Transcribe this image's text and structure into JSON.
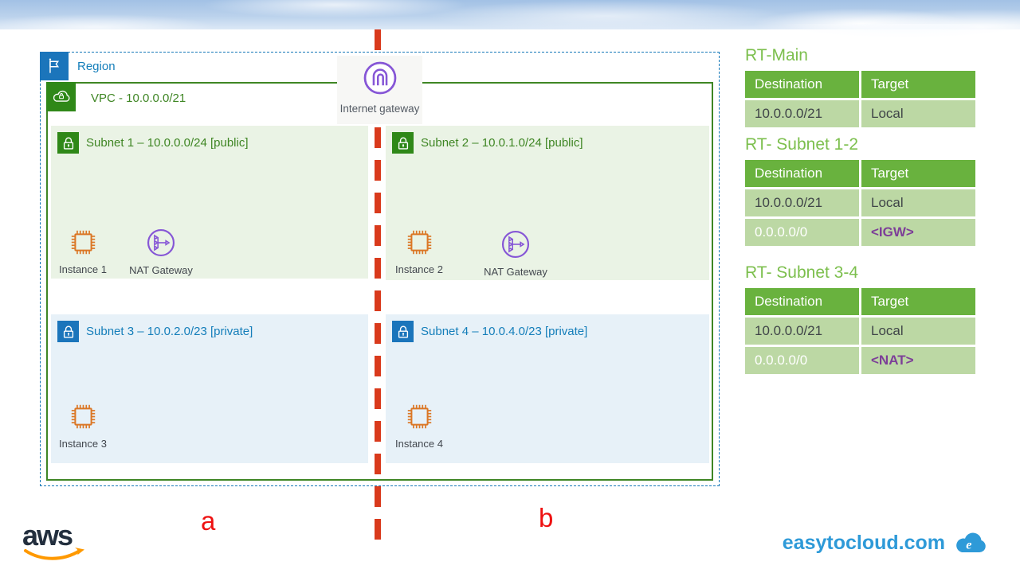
{
  "region": {
    "label": "Region"
  },
  "vpc": {
    "label": "VPC - 10.0.0.0/21"
  },
  "internet_gateway": {
    "label": "Internet gateway"
  },
  "subnets": [
    {
      "label": "Subnet 1 – 10.0.0.0/24  [public]",
      "type": "public",
      "instance_label": "Instance 1",
      "nat_label": "NAT Gateway"
    },
    {
      "label": "Subnet 2 – 10.0.1.0/24  [public]",
      "type": "public",
      "instance_label": "Instance 2",
      "nat_label": "NAT Gateway"
    },
    {
      "label": "Subnet 3 – 10.0.2.0/23  [private]",
      "type": "private",
      "instance_label": "Instance 3"
    },
    {
      "label": "Subnet 4 – 10.0.4.0/23  [private]",
      "type": "private",
      "instance_label": "Instance 4"
    }
  ],
  "route_tables": [
    {
      "title": "RT-Main",
      "headers": [
        "Destination",
        "Target"
      ],
      "rows": [
        {
          "destination": "10.0.0.0/21",
          "target": "Local"
        }
      ]
    },
    {
      "title": "RT- Subnet 1-2",
      "headers": [
        "Destination",
        "Target"
      ],
      "rows": [
        {
          "destination": "10.0.0.0/21",
          "target": "Local"
        },
        {
          "destination": "0.0.0.0/0",
          "target": "<IGW>"
        }
      ]
    },
    {
      "title": "RT- Subnet 3-4",
      "headers": [
        "Destination",
        "Target"
      ],
      "rows": [
        {
          "destination": "10.0.0.0/21",
          "target": "Local"
        },
        {
          "destination": "0.0.0.0/0",
          "target": "<NAT>"
        }
      ]
    }
  ],
  "annotations": {
    "left": "a",
    "right": "b"
  },
  "footer": {
    "aws_logo_text": "aws",
    "brand": "easytocloud.com"
  },
  "colors": {
    "region_blue": "#147EBA",
    "vpc_green": "#3F8624",
    "subnet_public_bg": "#EAF3E5",
    "subnet_private_bg": "#E7F1F8",
    "table_header_green": "#69B23E",
    "table_row_green": "#BCD8A4",
    "table_title_green": "#7CBF4D",
    "purple_accent": "#7D3F98",
    "icon_purple": "#8656D6",
    "instance_orange": "#DB7726",
    "divider_red": "#D93A1C",
    "brand_blue": "#2E9AD8",
    "aws_navy": "#232F3E",
    "aws_orange": "#FF9900"
  }
}
